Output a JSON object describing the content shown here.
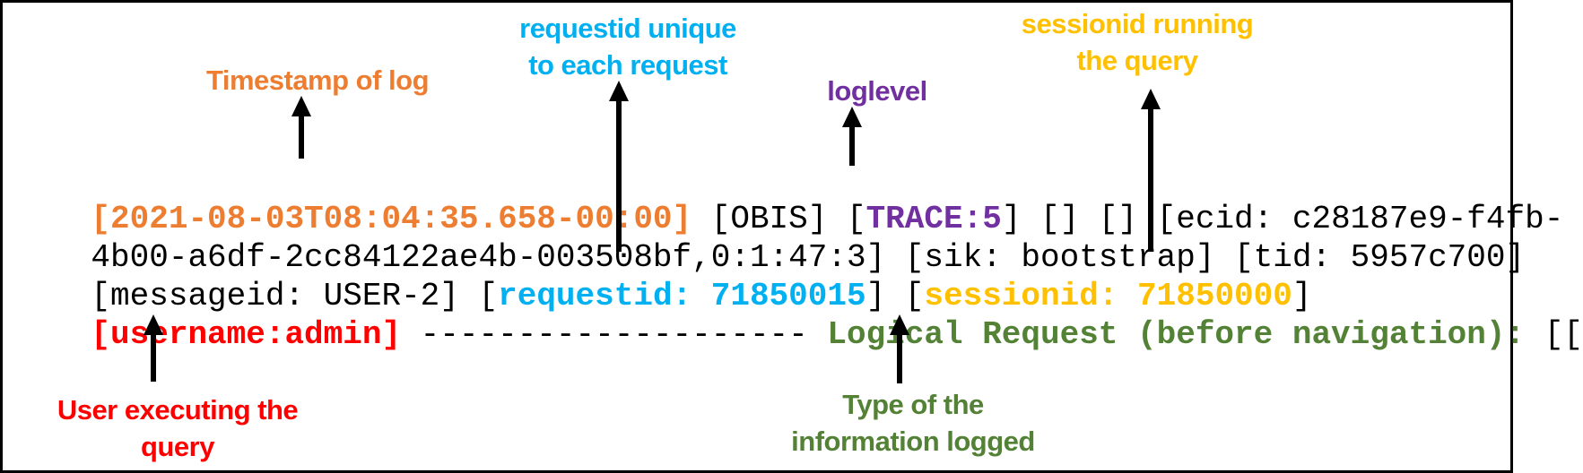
{
  "colors": {
    "timestamp": "#ED7D31",
    "requestid": "#00B0F0",
    "loglevel": "#7030A0",
    "sessionid": "#FFC000",
    "username": "#FF0000",
    "logtype": "#538135",
    "plain": "#000000"
  },
  "annotations": {
    "timestamp": {
      "label": "Timestamp of log"
    },
    "requestid": {
      "line1": "requestid unique",
      "line2": "to each request"
    },
    "loglevel": {
      "label": "loglevel"
    },
    "sessionid": {
      "line1": "sessionid running",
      "line2": "the query"
    },
    "username": {
      "line1": "User executing the",
      "line2": "query"
    },
    "logtype": {
      "line1": "Type of the",
      "line2": "information logged"
    }
  },
  "log": {
    "line1": {
      "timestamp": "[2021-08-03T08:04:35.658-00:00]",
      "seg2": " [OBIS] [",
      "loglevel": "TRACE:5",
      "seg4": "] [] [] [ecid: c28187e9-f4fb-"
    },
    "line2": {
      "text": "4b00-a6df-2cc84122ae4b-003508bf,0:1:47:3] [sik: bootstrap] [tid: 5957c700]"
    },
    "line3": {
      "seg1": "[messageid: USER-2] [",
      "requestid": "requestid: 71850015",
      "seg3": "] [",
      "sessionid": "sessionid: 71850000",
      "seg5": "]"
    },
    "line4": {
      "username": "[username:admin]",
      "dashes": " -------------------- ",
      "logtype": "Logical Request (before navigation):",
      "suffix": " [["
    }
  }
}
